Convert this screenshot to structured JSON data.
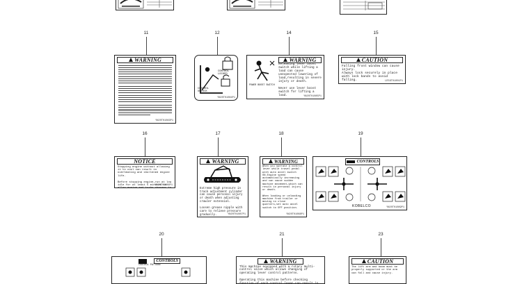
{
  "callouts": [
    {
      "id": "11",
      "num": "11"
    },
    {
      "id": "12",
      "num": "12"
    },
    {
      "id": "14",
      "num": "14"
    },
    {
      "id": "15",
      "num": "15"
    },
    {
      "id": "16",
      "num": "16"
    },
    {
      "id": "17",
      "num": "17"
    },
    {
      "id": "18",
      "num": "18"
    },
    {
      "id": "19",
      "num": "19"
    },
    {
      "id": "20",
      "num": "20"
    },
    {
      "id": "21",
      "num": "21"
    },
    {
      "id": "23",
      "num": "23"
    }
  ],
  "decals": {
    "d11": {
      "header": "WARNING",
      "part": "YN20T01083P1"
    },
    "d12": {
      "label_lock": "CONTROL LOCKED",
      "label_unlock": "CONTROL UNLOCK",
      "part": "YN20T01084P1"
    },
    "d14": {
      "header": "WARNING",
      "text": "Releasing lever boost switch while lifting a load can cause unexpected lowering of load,resulting in severe injury or death.\n\nNever use lever boost switch for lifting a load.",
      "icon_label": "POWER BOOST SWITCH",
      "part": "YN20T01085P1"
    },
    "d15": {
      "header": "CAUTION",
      "text": "Falling front window can cause injury.\nAlways lock securely in place with lock bands to avoid falling.",
      "part": "LE56T01001P1"
    },
    "d16": {
      "header": "NOTICE",
      "text": "Stopping engine without allowing it to cool can result in overheating and shortened engine life.\n\nBefore stopping engine,run at low idle for at least 5 minutes to allow engine and turbo charger to adequate cool down.",
      "part": "YN20T01086P1"
    },
    "d17": {
      "header": "WARNING",
      "text": "Extreme high pressure in track adjustment cylinder can cause personal injury or death when adjusting crawler extension.\n\nLoosen grease nipple with care to relieve pressure gradually.",
      "part": "YN20T01087P1"
    },
    "d18": {
      "header": "WARNING",
      "text": "When you operate a control lever while travel pedal with auto accel switch ON.Engine speed automatically increasing and can cause sudden machine movement,which can result in personal injury or death.\n\nWhen loading or unloading machine from trailer or moving in close quarters,set auto accel switch to OFF position.",
      "part": "YN20T01088P1"
    },
    "d19": {
      "header": "CONTROLS",
      "brand": "KOBELCO",
      "part": "YN20T01089P1"
    },
    "d20": {
      "header": "CONTROLS",
      "sub": "CONTROL PATTERN"
    },
    "d21": {
      "header": "WARNING",
      "text": "This machine equipped with a rotary multi-control valve which allows changing of operating lever control patterns.\n\nOperating this machine before checking function of each control lever can result in serious injury."
    },
    "d23": {
      "header": "CAUTION",
      "text": "The lift arm and boom must be properly supported or the arm can fall and cause injury."
    }
  },
  "colors": {
    "ink": "#111111",
    "paper": "#ffffff"
  }
}
